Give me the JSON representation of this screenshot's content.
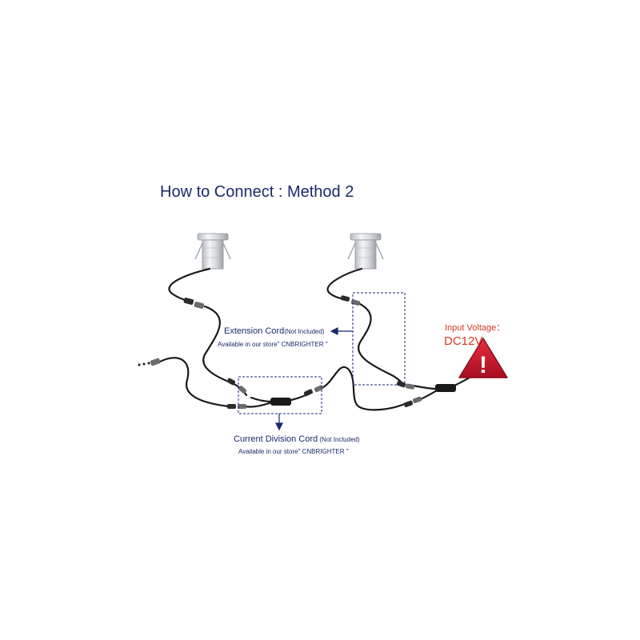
{
  "title": "How to Connect : Method 2",
  "extension_cord": {
    "label": "Extension Cord",
    "note": "(Not Included)",
    "store": "Available in our store\" CNBRIGHTER \""
  },
  "division_cord": {
    "label": "Current Division Cord",
    "note": " (Not Included)",
    "store": "Available in our store\" CNBRIGHTER \""
  },
  "input": {
    "label": "Input Voltage：",
    "value": "DC12V",
    "warning_symbol": "!"
  },
  "colors": {
    "title": "#1a2a6c",
    "labels": "#1a2a6c",
    "voltage": "#d43a22",
    "warning": "#c8102e",
    "cable": "#1a1a1a",
    "dashed_box": "#1a2a6c"
  },
  "icons": {
    "lamp": "downlight-icon",
    "warning": "warning-triangle-icon",
    "arrow": "arrow-icon"
  }
}
